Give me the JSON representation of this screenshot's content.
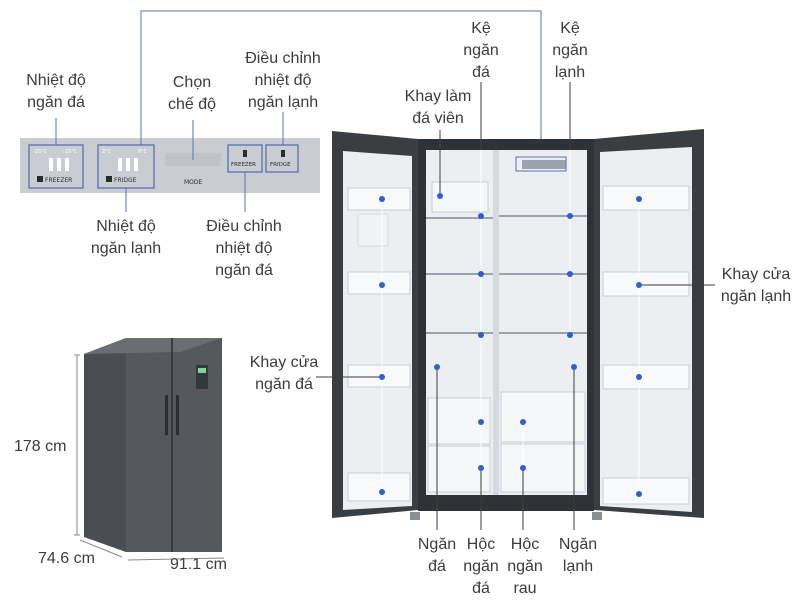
{
  "control_panel": {
    "freezer_range": [
      "-25°C",
      "-15°C"
    ],
    "fridge_range": [
      "2°C",
      "8°C"
    ],
    "freezer_label": "FREEZER",
    "fridge_label": "FRIDGE",
    "mode_label": "MODE",
    "freezer_button": "FREEZER",
    "fridge_button": "FRIDGE"
  },
  "panel_labels": {
    "freezer_temp": "Nhiệt độ\nngăn đá",
    "mode": "Chọn\nchế độ",
    "adjust_fridge": "Điều chỉnh\nnhiệt độ\nngăn lạnh",
    "fridge_temp": "Nhiệt độ\nngăn lạnh",
    "adjust_freezer": "Điều chỉnh\nnhiệt độ\nngăn đá"
  },
  "fridge_labels": {
    "freezer_shelf": "Kệ\nngăn\nđá",
    "fridge_shelf": "Kệ\nngăn\nlạnh",
    "ice_tray": "Khay làm\nđá viên",
    "fridge_door_tray": "Khay cửa\nngăn lạnh",
    "freezer_door_tray": "Khay cửa\nngăn đá",
    "freezer_compartment": "Ngăn\nđá",
    "freezer_drawer": "Hộc\nngăn\nđá",
    "veg_drawer": "Hộc\nngăn\nrau",
    "fridge_compartment": "Ngăn\nlạnh"
  },
  "dimensions": {
    "height": "178 cm",
    "depth": "74.6 cm",
    "width": "91.1 cm"
  },
  "colors": {
    "callout_line": "#5a6fb4",
    "dot": "#2f5fd0",
    "panel": "#c9cdd2",
    "fridge_body": "#3a3d42",
    "interior": "#eceff2"
  }
}
